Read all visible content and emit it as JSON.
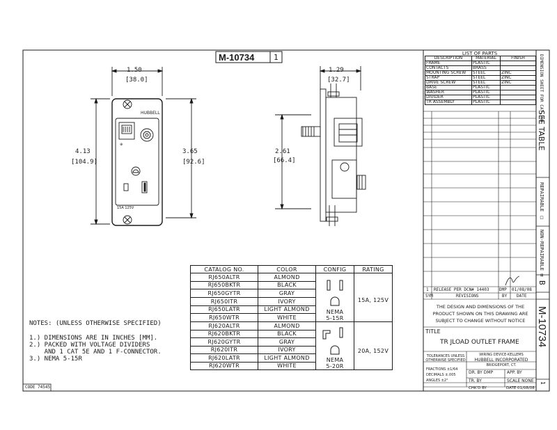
{
  "drawing_number": "M-10734",
  "sheet_rev": "1",
  "front_view": {
    "brand_label": "HUBBELL",
    "dim_width_in": "1.50",
    "dim_width_mm": "[38.0]",
    "dim_height_in": "4.13",
    "dim_height_mm": "[104.9]",
    "dim_inner_in": "3.65",
    "dim_inner_mm": "[92.6]"
  },
  "side_view": {
    "dim_depth_in": "1.29",
    "dim_depth_mm": "[32.7]",
    "dim_height_in": "2.61",
    "dim_height_mm": "[66.4]"
  },
  "catalog_table": {
    "headers": [
      "CATALOG NO.",
      "COLOR",
      "CONFIG",
      "RATING"
    ],
    "rows": [
      [
        "RJ650ALTR",
        "ALMOND"
      ],
      [
        "RJ650BKTR",
        "BLACK"
      ],
      [
        "RJ650GYTR",
        "GRAY"
      ],
      [
        "RJ650ITR",
        "IVORY"
      ],
      [
        "RJ650LATR",
        "LIGHT ALMOND"
      ],
      [
        "RJ650WTR",
        "WHITE"
      ],
      [
        "RJ620ALTR",
        "ALMOND"
      ],
      [
        "RJ620BKTR",
        "BLACK"
      ],
      [
        "RJ620GYTR",
        "GRAY"
      ],
      [
        "RJ620ITR",
        "IVORY"
      ],
      [
        "RJ620LATR",
        "LIGHT ALMOND"
      ],
      [
        "RJ620WTR",
        "WHITE"
      ]
    ],
    "config_1": "NEMA\n5-15R",
    "config_2": "NEMA\n5-20R",
    "rating_1": "15A, 125V",
    "rating_2": "20A, 152V"
  },
  "notes": {
    "title": "NOTES: (UNLESS OTHERWISE SPECIFIED)",
    "items": [
      "1.) DIMENSIONS ARE IN INCHES [MM].",
      "2.) PACKED WITH VOLTAGE DIVIDERS",
      "    AND 1 CAT 5E AND 1 F-CONNECTOR.",
      "3.) NEMA 5-15R"
    ],
    "code": "CODE 74545"
  },
  "parts_list": {
    "title": "LIST OF PARTS",
    "headers": [
      "DESCRIPTION",
      "MATERIAL",
      "FINISH"
    ],
    "rows": [
      [
        "FRAME",
        "PLASTIC",
        ""
      ],
      [
        "CONTACTS",
        "BRASS",
        ""
      ],
      [
        "MOUNTING SCREW",
        "STEEL",
        "ZINC"
      ],
      [
        "STRAP",
        "STEEL",
        "ZINC"
      ],
      [
        "DRIVE SCREW",
        "STEEL",
        "ZINC"
      ],
      [
        "BASE",
        "PLASTIC",
        ""
      ],
      [
        "WASHER",
        "PLASTIC",
        ""
      ],
      [
        "DIVIDER",
        "PLASTIC",
        ""
      ],
      [
        "TR ASSEMBLY",
        "PLASTIC",
        ""
      ]
    ]
  },
  "side_strip": {
    "dim_sheet": "DIMENSION SHEET FOR CAT. NO.",
    "see_table": "SEE TABLE",
    "repairable": "REPAIRABLE □",
    "non_repairable": "NON-REPAIRABLE ⊠",
    "rev_letter": "B",
    "drawing_number_vertical": "M-10734",
    "sheet": "1"
  },
  "revisions": {
    "row": [
      "1",
      "RELEASE PER DCN# 14403",
      "DMP",
      "01/08/08"
    ],
    "headers": [
      "SYM",
      "REVISIONS",
      "BY",
      "DATE"
    ]
  },
  "disclaimer": "THE DESIGN AND DIMENSIONS OF THE\nPRODUCT SHOWN ON THIS DRAWING ARE\nSUBJECT TO CHANGE WITHOUT NOTICE",
  "title_block": {
    "title_label": "TITLE",
    "title": "TR JLOAD OUTLET FRAME",
    "tolerances_label": "TOLERANCES UNLESS\nOTHERWISE SPECIFIED",
    "fractions": "FRACTIONS  ±1/64",
    "decimals": "DECIMALS  ±.005",
    "angles": "ANGLES    ±2°",
    "company_division": "WIRING DEVICE-KELLEMS",
    "company": "HUBBELL INCORPORATED",
    "company_city": "BRIDGEPORT, CT.",
    "dr_by": "DR. BY  DMP",
    "app_by": "APP. BY",
    "tr_by": "TR. BY",
    "scale": "SCALE  NONE",
    "chkd_by": "CHK'D BY",
    "date": "DATE 01/08/08"
  }
}
